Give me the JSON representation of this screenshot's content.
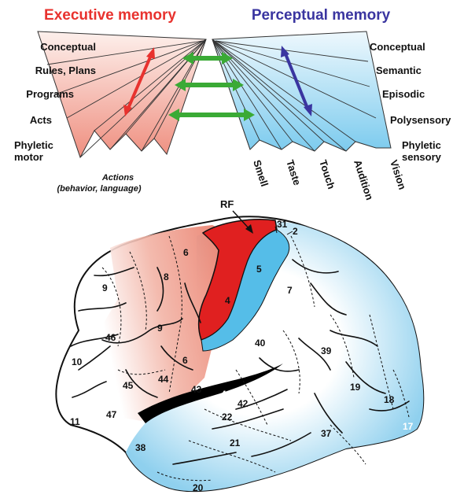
{
  "executive": {
    "title": "Executive memory",
    "levels": [
      "Conceptual",
      "Rules, Plans",
      "Programs",
      "Acts"
    ],
    "phyletic": [
      "Phyletic",
      "motor"
    ],
    "actions": [
      "Actions",
      "(behavior, language)"
    ]
  },
  "perceptual": {
    "title": "Perceptual memory",
    "levels": [
      "Conceptual",
      "Semantic",
      "Episodic",
      "Polysensory"
    ],
    "phyletic": [
      "Phyletic",
      "sensory"
    ],
    "senses": [
      "Smell",
      "Taste",
      "Touch",
      "Audition",
      "Vision"
    ]
  },
  "brain": {
    "rf_label": "RF",
    "areas": {
      "a31": "31",
      "a2": "2",
      "a6a": "6",
      "a8": "8",
      "a5": "5",
      "a9a": "9",
      "a4": "4",
      "a7": "7",
      "a46": "46",
      "a9b": "9",
      "a40": "40",
      "a39": "39",
      "a10": "10",
      "a6b": "6",
      "a45": "45",
      "a44": "44",
      "a43": "43",
      "a41": "41",
      "a19": "19",
      "a42": "42",
      "a18": "18",
      "a47": "47",
      "a11": "11",
      "a22": "22",
      "a17": "17",
      "a37": "37",
      "a21": "21",
      "a38": "38",
      "a20": "20"
    }
  },
  "colors": {
    "executive": "#e8322e",
    "perceptual": "#3a35a0",
    "link_arrows": "#3aaa35",
    "executive_fill": "#f2a090",
    "perceptual_fill": "#8fd0ee",
    "motor_cortex": "#e02020"
  }
}
